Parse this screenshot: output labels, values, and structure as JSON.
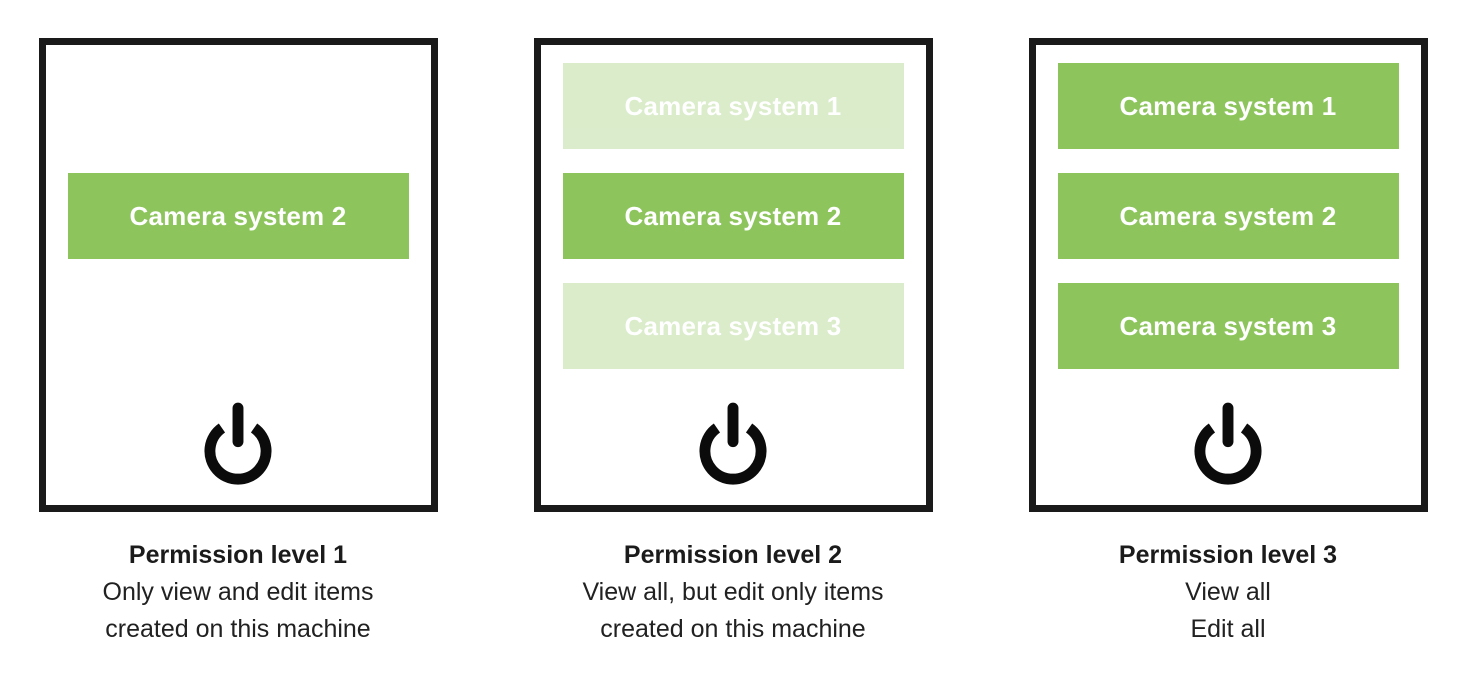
{
  "palette": {
    "green": "#8DC55C",
    "green_faded_bg": "#DCEDC9",
    "border": "#1A1A1A",
    "text": "#212121",
    "button_text": "#FFFFFF",
    "icon": "#0B0B0B"
  },
  "icons": {
    "power": "power-icon"
  },
  "panels": [
    {
      "caption_title": "Permission level 1",
      "caption_lines": [
        "Only view and edit items",
        "created on this machine"
      ],
      "buttons": [
        {
          "label": "Camera system 2",
          "state": "active"
        }
      ]
    },
    {
      "caption_title": "Permission level 2",
      "caption_lines": [
        "View all, but edit only items",
        "created on this machine"
      ],
      "buttons": [
        {
          "label": "Camera system 1",
          "state": "faded"
        },
        {
          "label": "Camera system 2",
          "state": "active"
        },
        {
          "label": "Camera system 3",
          "state": "faded"
        }
      ]
    },
    {
      "caption_title": "Permission level 3",
      "caption_lines": [
        "View all",
        "Edit all"
      ],
      "buttons": [
        {
          "label": "Camera system 1",
          "state": "active"
        },
        {
          "label": "Camera system 2",
          "state": "active"
        },
        {
          "label": "Camera system 3",
          "state": "active"
        }
      ]
    }
  ]
}
